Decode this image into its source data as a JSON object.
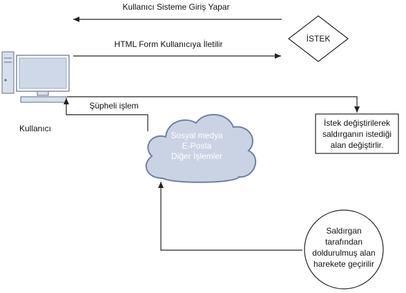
{
  "labels": {
    "login": "Kullanıcı Sisteme Giriş Yapar",
    "form_sent": "HTML Form Kullanıcıya İletilir",
    "suspicious": "Şüpheli işlem",
    "user": "Kullanıcı"
  },
  "request_node": "İSTEK",
  "modify_box": [
    "İstek değiştirilerek",
    "saldırganın istediği",
    "alan değiştirlir."
  ],
  "cloud": [
    "Sosyal medya",
    "E-Posta",
    "Diğer İşlemler"
  ],
  "attacker_circle": [
    "Saldırgan",
    "tarafından",
    "doldurulmuş alan",
    "harekete geçirilir"
  ],
  "colors": {
    "cloud_fill": "#c9d3e3",
    "cloud_stroke": "#6b7fa8",
    "monitor_fill": "#cfd8e8",
    "line": "#222222"
  }
}
